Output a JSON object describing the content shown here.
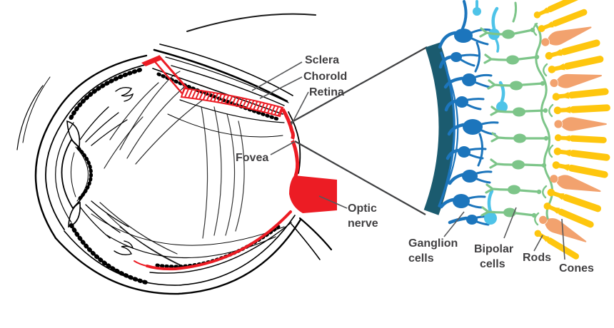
{
  "colors": {
    "background": "#FFFFFF",
    "red": "#EC1C24",
    "teal": "#1B5B6F",
    "ganglion_blue": "#1C75BC",
    "amacrine_blue": "#4EC3E8",
    "bipolar_green": "#7DC589",
    "rod_yellow": "#FEC60E",
    "cone_orange": "#F2A26E",
    "label_text": "#414042",
    "leader_line": "#58595B",
    "magnifier_line": "#3F4042",
    "line_art": "#000000"
  },
  "eye": {
    "labels": {
      "sclera": "Sclera",
      "choroid": "Chorold",
      "retina": "Retina",
      "fovea": "Fovea",
      "optic_nerve_line1": "Optic",
      "optic_nerve_line2": "nerve"
    }
  },
  "retina": {
    "labels": {
      "ganglion_line1": "Ganglion",
      "ganglion_line2": "cells",
      "bipolar_line1": "Bipolar",
      "bipolar_line2": "cells",
      "rods": "Rods",
      "cones": "Cones"
    }
  }
}
